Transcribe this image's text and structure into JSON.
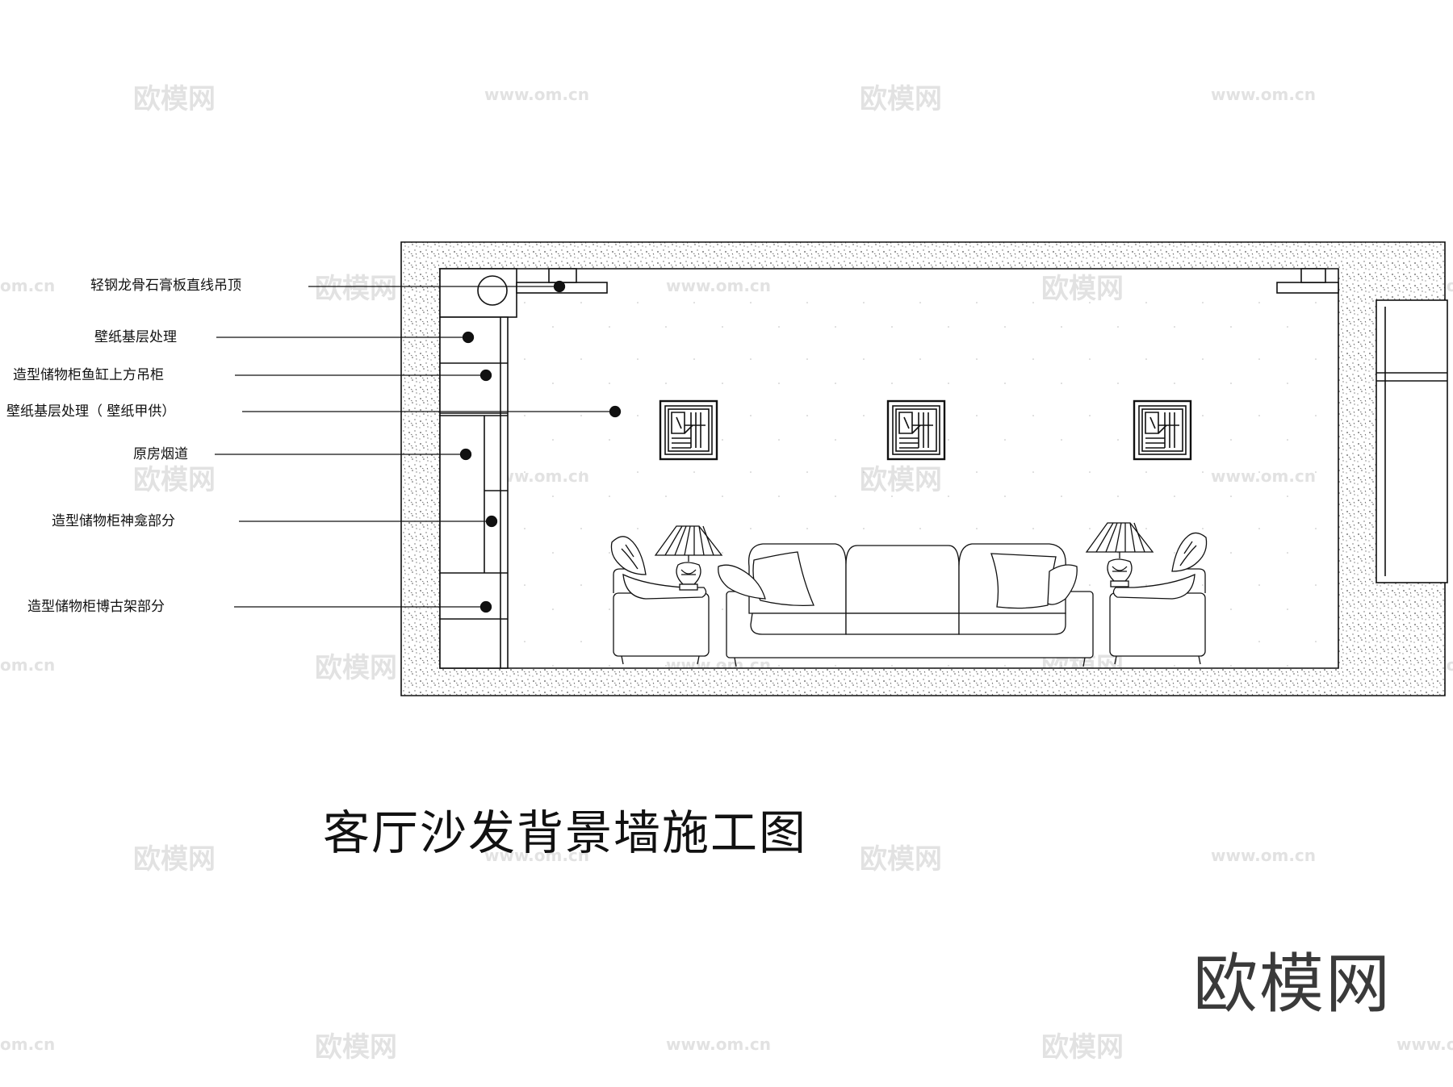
{
  "title": "客厅沙发背景墙施工图",
  "logo": "欧模网",
  "watermark": {
    "brand": "欧模网",
    "url": "www.om.cn",
    "url_partial": "om.cn"
  },
  "callouts": [
    {
      "id": "c1",
      "label": "轻钢龙骨石膏板直线吊顶"
    },
    {
      "id": "c2",
      "label": "壁纸基层处理"
    },
    {
      "id": "c3",
      "label": "造型储物柜鱼缸上方吊柜"
    },
    {
      "id": "c4",
      "label": "壁纸基层处理（ 壁纸甲供）"
    },
    {
      "id": "c5",
      "label": "原房烟道"
    },
    {
      "id": "c6",
      "label": "造型储物柜神龛部分"
    },
    {
      "id": "c7",
      "label": "造型储物柜博古架部分"
    }
  ],
  "colors": {
    "line": "#111111",
    "concrete_dot": "#555555",
    "watermark": "#b5b5b5"
  }
}
